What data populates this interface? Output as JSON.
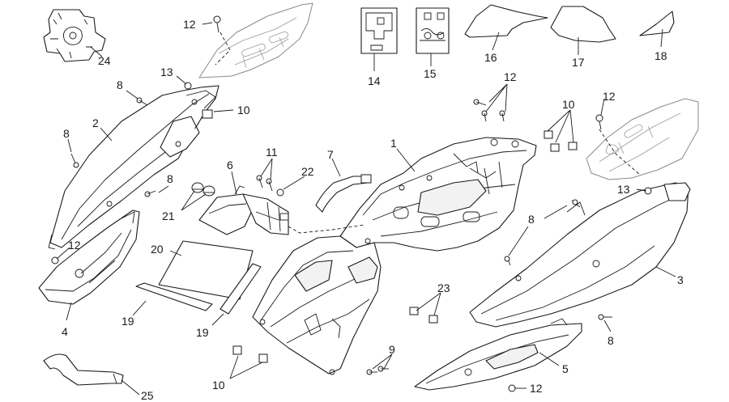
{
  "callouts": [
    {
      "id": "c24",
      "text": "24"
    },
    {
      "id": "c12a",
      "text": "12"
    },
    {
      "id": "c13a",
      "text": "13"
    },
    {
      "id": "c8a",
      "text": "8"
    },
    {
      "id": "c10a",
      "text": "10"
    },
    {
      "id": "c2",
      "text": "2"
    },
    {
      "id": "c8b",
      "text": "8"
    },
    {
      "id": "c14",
      "text": "14"
    },
    {
      "id": "c15",
      "text": "15"
    },
    {
      "id": "c16",
      "text": "16"
    },
    {
      "id": "c17",
      "text": "17"
    },
    {
      "id": "c18",
      "text": "18"
    },
    {
      "id": "c12b",
      "text": "12"
    },
    {
      "id": "c10b",
      "text": "10"
    },
    {
      "id": "c12c",
      "text": "12"
    },
    {
      "id": "c1",
      "text": "1"
    },
    {
      "id": "c11",
      "text": "11"
    },
    {
      "id": "c7",
      "text": "7"
    },
    {
      "id": "c22",
      "text": "22"
    },
    {
      "id": "c6",
      "text": "6"
    },
    {
      "id": "c8c",
      "text": "8"
    },
    {
      "id": "c21",
      "text": "21"
    },
    {
      "id": "c13b",
      "text": "13"
    },
    {
      "id": "c8d",
      "text": "8"
    },
    {
      "id": "c3",
      "text": "3"
    },
    {
      "id": "c12d",
      "text": "12"
    },
    {
      "id": "c20",
      "text": "20"
    },
    {
      "id": "c4",
      "text": "4"
    },
    {
      "id": "c19a",
      "text": "19"
    },
    {
      "id": "c19b",
      "text": "19"
    },
    {
      "id": "c23",
      "text": "23"
    },
    {
      "id": "c8e",
      "text": "8"
    },
    {
      "id": "c9",
      "text": "9"
    },
    {
      "id": "c5",
      "text": "5"
    },
    {
      "id": "c10c",
      "text": "10"
    },
    {
      "id": "c12e",
      "text": "12"
    },
    {
      "id": "c25",
      "text": "25"
    }
  ]
}
